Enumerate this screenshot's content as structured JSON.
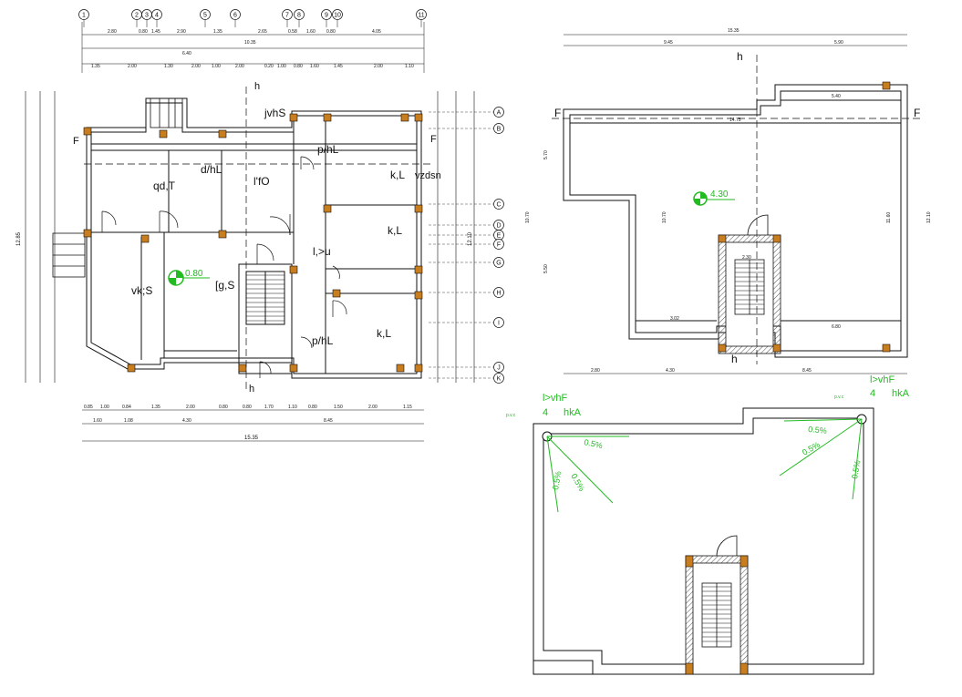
{
  "colors": {
    "line": "#111111",
    "accent": "#22bb22",
    "column": "#c87d1e",
    "hatch": "#555555"
  },
  "ground_plan": {
    "top_axes": [
      "1",
      "2",
      "3",
      "4",
      "5",
      "6",
      "7",
      "8",
      "9",
      "10",
      "11"
    ],
    "right_axes": [
      "A",
      "B",
      "C",
      "D",
      "E",
      "F",
      "G",
      "H",
      "I",
      "J",
      "K"
    ],
    "dim_top_row1": [
      "2.80",
      "0.80",
      "1.45",
      "2.90",
      "1.35",
      "2.65",
      "0.58",
      "1.60",
      "0.80",
      "4.05"
    ],
    "dim_top_row2": [
      "6.40",
      "10.35"
    ],
    "dim_top_row3": [
      "1.35",
      "2.00",
      "1.30",
      "2.00",
      "1.00",
      "2.00",
      "0.20",
      "1.00",
      "0.80",
      "1.60",
      "1.45",
      "2.00",
      "1.10"
    ],
    "dim_bottom_row1": [
      "0.85",
      "1.00",
      "0.84",
      "1.35",
      "2.00",
      "0.80",
      "0.80",
      "1.70",
      "1.10",
      "0.80",
      "1.50",
      "2.00",
      "1.15"
    ],
    "dim_bottom_row2": [
      "1.60",
      "1.08",
      "4.30",
      "8.45"
    ],
    "total_width": "15.35",
    "total_height": "12.85",
    "right_total": "12.10",
    "level": "0.80",
    "rooms": [
      "jvhS",
      "p/hL",
      "qd,T",
      "d/hL",
      "l'fO",
      "k,L",
      "vzdsn",
      "k,L",
      "l,>u",
      "[g,S",
      "vk;S",
      "p/hL",
      "k,L"
    ],
    "section_marks": [
      "h",
      "h",
      "F",
      "F"
    ]
  },
  "terrace_plan": {
    "top_dim_total": "15.35",
    "top_dims": [
      "9.45",
      "5.90"
    ],
    "inner_dims": [
      "14.75",
      "5.40"
    ],
    "left_dims": [
      "5.70",
      "5.50",
      "10.70"
    ],
    "right_dims": [
      "11.60",
      "12.10"
    ],
    "bottom_dims": [
      "2.80",
      "4.30",
      "8.45"
    ],
    "stair_dims": [
      "3.02",
      "2.30",
      "6.80"
    ],
    "level": "4.30",
    "section_marks": [
      "h",
      "h",
      "F",
      "F"
    ]
  },
  "roof_plan": {
    "pipe_label": "p.v.c",
    "left_note": [
      "l>vhF",
      "4",
      "hkA"
    ],
    "right_note": [
      "l>vhF",
      "4",
      "hkA"
    ],
    "slopes": [
      "0.5%",
      "0.5%",
      "0.5%",
      "0.5%",
      "0.5%",
      "0.5%"
    ]
  }
}
